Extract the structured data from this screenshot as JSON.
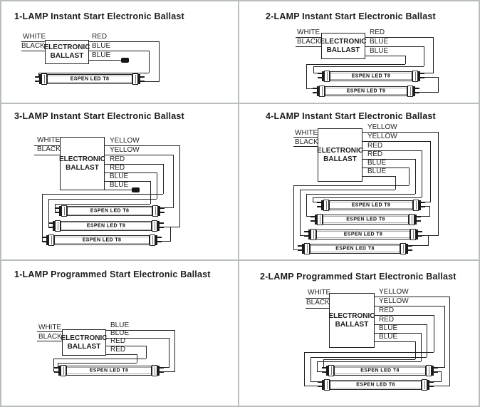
{
  "colors": {
    "wire_line": "#1f1f1f",
    "panel_border": "#b8bdc0",
    "background": "#ffffff"
  },
  "panels": [
    {
      "title": "1-LAMP Instant Start Electronic Ballast",
      "inputs": [
        "WHITE",
        "BLACK"
      ],
      "outputs": [
        "RED",
        "BLUE",
        "BLUE"
      ],
      "ballast": [
        "ELECTRONIC",
        "BALLAST"
      ],
      "lamps": [
        "ESPEN LED T8"
      ]
    },
    {
      "title": "2-LAMP Instant Start Electronic Ballast",
      "inputs": [
        "WHITE",
        "BLACK"
      ],
      "outputs": [
        "RED",
        "BLUE",
        "BLUE"
      ],
      "ballast": [
        "ELECTRONIC",
        "BALLAST"
      ],
      "lamps": [
        "ESPEN LED T8",
        "ESPEN LED T8"
      ]
    },
    {
      "title": "3-LAMP Instant Start Electronic Ballast",
      "inputs": [
        "WHITE",
        "BLACK"
      ],
      "outputs": [
        "YELLOW",
        "YELLOW",
        "RED",
        "RED",
        "BLUE",
        "BLUE"
      ],
      "ballast": [
        "ELECTRONIC",
        "BALLAST"
      ],
      "lamps": [
        "ESPEN LED T8",
        "ESPEN LED T8",
        "ESPEN LED T8"
      ]
    },
    {
      "title": "4-LAMP Instant Start Electronic Ballast",
      "inputs": [
        "WHITE",
        "BLACK"
      ],
      "outputs": [
        "YELLOW",
        "YELLOW",
        "RED",
        "RED",
        "BLUE",
        "BLUE"
      ],
      "ballast": [
        "ELECTRONIC",
        "BALLAST"
      ],
      "lamps": [
        "ESPEN LED T8",
        "ESPEN LED T8",
        "ESPEN LED T8",
        "ESPEN LED T8"
      ]
    },
    {
      "title": "1-LAMP Programmed Start Electronic Ballast",
      "inputs": [
        "WHITE",
        "BLACK"
      ],
      "outputs": [
        "BLUE",
        "BLUE",
        "RED",
        "RED"
      ],
      "ballast": [
        "ELECTRONIC",
        "BALLAST"
      ],
      "lamps": [
        "ESPEN LED T8"
      ]
    },
    {
      "title": "2-LAMP Programmed Start Electronic Ballast",
      "inputs": [
        "WHITE",
        "BLACK"
      ],
      "outputs": [
        "YELLOW",
        "YELLOW",
        "RED",
        "RED",
        "BLUE",
        "BLUE"
      ],
      "ballast": [
        "ELECTRONIC",
        "BALLAST"
      ],
      "lamps": [
        "ESPEN LED T8",
        "ESPEN LED T8"
      ]
    }
  ]
}
